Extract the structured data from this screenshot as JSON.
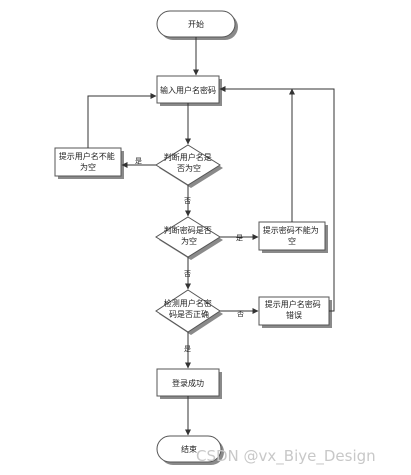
{
  "nodes": {
    "start": "开始",
    "input": "输入用户名密码",
    "check_username": [
      "判断用户名是",
      "否为空"
    ],
    "username_empty": [
      "提示用户名不能",
      "为空"
    ],
    "check_password": [
      "判断密码是否",
      "为空"
    ],
    "password_empty": [
      "提示密码不能为",
      "空"
    ],
    "verify": [
      "检测用户名密",
      "码是否正确"
    ],
    "wrong": [
      "提示用户名密码",
      "错误"
    ],
    "success": "登录成功",
    "end": "结束"
  },
  "edges": {
    "yes": "是",
    "no": "否"
  },
  "watermark": "CSDN @vx_Biye_Design"
}
